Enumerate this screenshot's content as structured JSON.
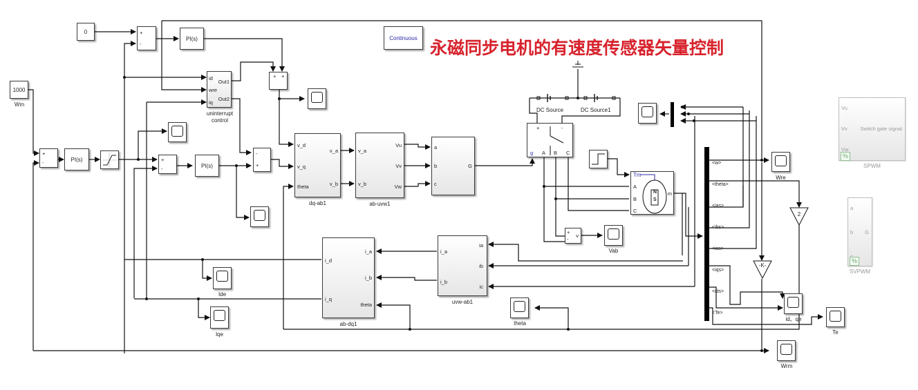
{
  "title": "永磁同步电机的有速度传感器矢量控制",
  "colors": {
    "title": "#d7232d",
    "continuous_text": "#2b2ba8",
    "wire": "#111111",
    "faded": "#9a9a9a"
  },
  "powergui": {
    "label": "Continuous"
  },
  "constants": {
    "zero": {
      "value": "0"
    },
    "speed_ref": {
      "value": "1000",
      "name": "Wm"
    }
  },
  "sums": {
    "speed_err": {
      "signs": [
        "+",
        "-"
      ]
    },
    "id_err": {
      "signs": [
        "+",
        "-"
      ]
    },
    "iq_err": {
      "signs": [
        "+",
        "-"
      ]
    },
    "vd_sum": {
      "signs": [
        "+",
        "+"
      ]
    },
    "vq_sum": {
      "signs": [
        "-",
        "+"
      ]
    }
  },
  "pi": {
    "speed": "PI(s)",
    "id": "PI(s)",
    "iq": "PI(s)"
  },
  "uninterrupt": {
    "name": "uninterrupt control",
    "inputs": [
      "id",
      "wre",
      "iq"
    ],
    "outputs": [
      "Out1",
      "Out2"
    ]
  },
  "dq_ab": {
    "name": "dq-ab1",
    "inputs": [
      "v_d",
      "v_q",
      "theta"
    ],
    "outputs": [
      "v_a",
      "v_b"
    ]
  },
  "ab_uvw": {
    "name": "ab-uvw1",
    "inputs": [
      "v_a",
      "v_b"
    ],
    "outputs": [
      "Vu",
      "Vv",
      "Vw"
    ]
  },
  "svpwm_sub": {
    "inputs": [
      "a",
      "b",
      "c"
    ],
    "output": "G"
  },
  "inverter": {
    "ports_top": [
      "+",
      "-"
    ],
    "ports_bottom": [
      "g",
      "A",
      "B",
      "C"
    ]
  },
  "dc_sources": [
    "DC Source",
    "DC Source1"
  ],
  "motor": {
    "inputs": [
      "Tm",
      "A",
      "B",
      "C"
    ],
    "output": "m",
    "poles": [
      "N",
      "S"
    ]
  },
  "voltmeter": {
    "signs": [
      "+",
      "-"
    ],
    "output": "v"
  },
  "bus_selector": {
    "signals": [
      "<w>",
      "<theta>",
      "<ias>",
      "<ibs>",
      "<ics>",
      "<iqs>",
      "<ids>",
      "<Te>"
    ]
  },
  "gains": {
    "pole_pairs": "2",
    "k": "-K-"
  },
  "ab_dq": {
    "name": "ab-dq1",
    "inputs": [
      "i_d",
      "i_q"
    ],
    "ports_right": [
      "i_a",
      "i_b",
      "theta"
    ]
  },
  "uvw_ab": {
    "name": "uvw-ab1",
    "ports_left": [
      "i_a",
      "i_b"
    ],
    "ports_right": [
      "ia",
      "ib",
      "ic"
    ]
  },
  "scopes": {
    "wre": "Wre",
    "te": "Te",
    "idqe": "id、qe",
    "wrm": "Wrm",
    "ide": "Ide",
    "iqe": "Iqe",
    "theta": "theta",
    "vab": "Vab"
  },
  "spwm": {
    "name": "SPWM",
    "inputs": [
      "Vu",
      "Vv",
      "Vw"
    ],
    "output": "Switch gate signal"
  },
  "svpwm": {
    "name": "SVPWM",
    "inputs": [
      "a",
      "b",
      "c"
    ],
    "output": "G"
  }
}
